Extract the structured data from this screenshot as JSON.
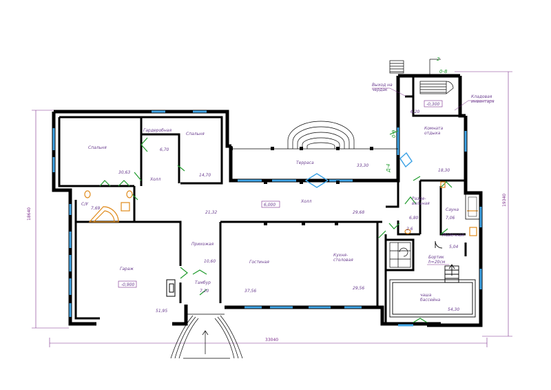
{
  "dimensions": {
    "width": "33040",
    "left_height": "18640",
    "right_height": "19340"
  },
  "rooms": {
    "bedroom1": "Спальня",
    "dressing": "Гардеробная",
    "bedroom2": "Спальня",
    "hall_small": "Холл",
    "wc": "С/У",
    "garage": "Гараж",
    "anteroom": "Прихожая",
    "vestibule": "Тамбур",
    "hall": "Холл",
    "living": "Гостиная",
    "kitchen": "Кухня-\nстоловая",
    "terrace": "Терраса",
    "guest": "Комната\nотдыха",
    "storage": "Кладовая\nинвентаря",
    "attic_exit": "Выход на\nчердак",
    "changing": "Разде-\nвальная",
    "sauna": "Сауна",
    "shower": "Мойечная",
    "pool": "чаша\nбассейна",
    "pool_rim": "Бортик\nh=20см"
  },
  "areas": {
    "bedroom1": "30,63",
    "dressing": "6,70",
    "bedroom2": "14,70",
    "wc": "7,69",
    "hall_small": "21,32",
    "hall": "6,000",
    "anteroom": "10,60",
    "vestibule": "7,20",
    "garage": "51,95",
    "living": "37,56",
    "kitchen_top": "29,68",
    "kitchen_bottom": "29,56",
    "terrace": "33,30",
    "guest": "18,30",
    "storage": "6,20",
    "changing": "6,80",
    "wc2": "2,6",
    "sauna": "7,06",
    "shower": "5,04",
    "pool": "54,30"
  },
  "levels": {
    "garage": "-0,900",
    "hall": "6,000",
    "attic": "-0,300"
  },
  "axis_marks": {
    "top": "2",
    "axis_top": "0-8",
    "axis_side": "0-9",
    "axis_d": "Д-4"
  }
}
